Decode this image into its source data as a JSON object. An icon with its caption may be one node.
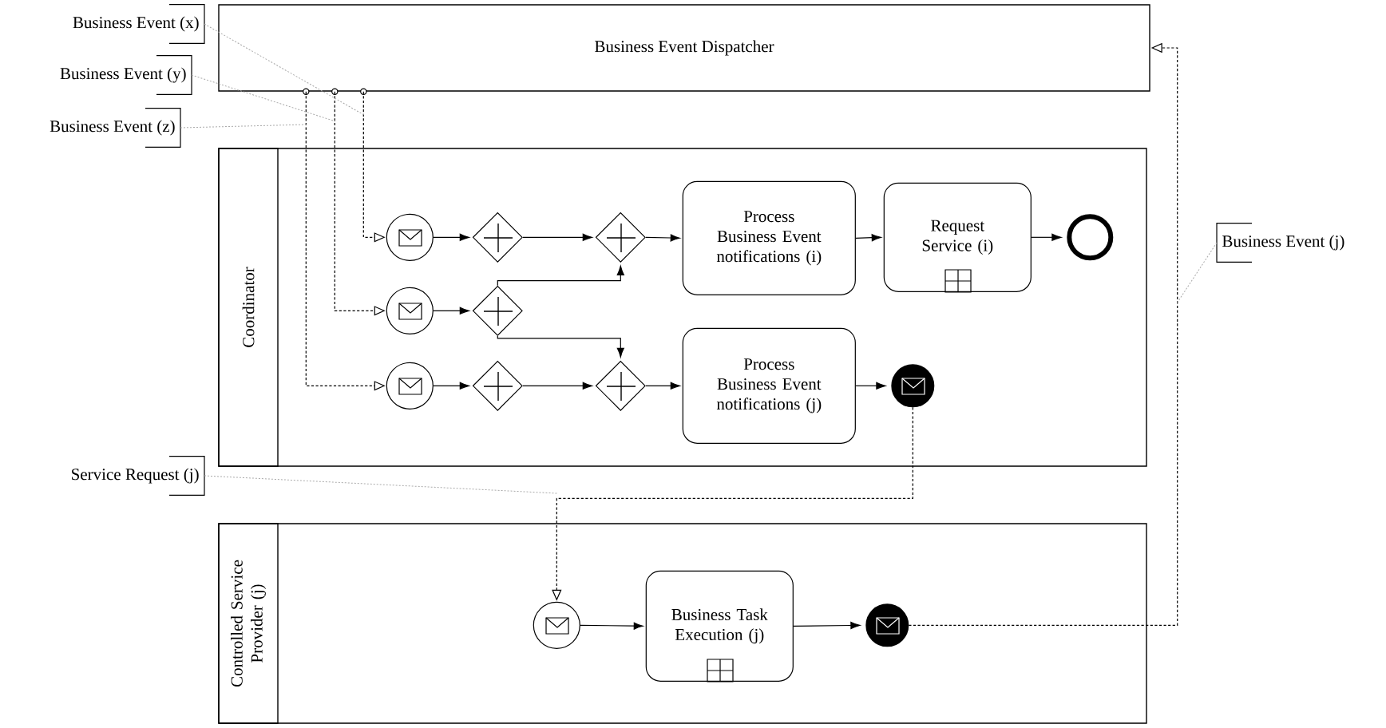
{
  "diagram": {
    "nodes": [
      {
        "text": [
          "Business Event Dispatcher"
        ]
      },
      {
        "text": [
          "Coordinator"
        ]
      },
      {
        "text": [
          "Controlled Service Provider (j)"
        ]
      },
      {
        "text": [
          "Business Event (x)"
        ]
      },
      {
        "text": [
          "Business Event (y)"
        ]
      },
      {
        "text": [
          "Business Event (z)"
        ]
      },
      {
        "text": [
          "Service Request (j)"
        ]
      },
      {
        "text": [
          "Business Event (j)"
        ]
      },
      {
        "text": [],
        "shape": "circle",
        "in": 1
      },
      {
        "text": [],
        "shape": "circle",
        "in": 1
      },
      {
        "text": [],
        "shape": "circle",
        "in": 1
      },
      {
        "text": [],
        "shape": "diamond",
        "in": 1
      },
      {
        "text": [],
        "shape": "diamond",
        "in": 1
      },
      {
        "text": [],
        "shape": "diamond",
        "in": 1
      },
      {
        "text": [],
        "shape": "diamond",
        "in": 1
      },
      {
        "text": [],
        "shape": "diamond",
        "in": 1
      },
      {
        "text": [
          "Process Business Event notifications (i)"
        ],
        "in": 1
      },
      {
        "text": [
          "Request Service (i)"
        ],
        "in": 1
      },
      {
        "text": [],
        "shape": "circle",
        "in": 1
      },
      {
        "text": [
          "Process Business Event notifications (j)"
        ],
        "in": 1
      },
      {
        "text": [],
        "shape": "circle",
        "in": 1
      },
      {
        "text": [],
        "shape": "circle",
        "in": 2
      },
      {
        "text": [
          "Business Task Execution (j)"
        ],
        "in": 2
      },
      {
        "text": [],
        "shape": "circle",
        "in": 2
      }
    ],
    "edges": [
      {
        "from": 0,
        "to": 8,
        "arrow": "to",
        "style": "dashed"
      },
      {
        "from": 0,
        "to": 9,
        "arrow": "to",
        "style": "dashed"
      },
      {
        "from": 0,
        "to": 10,
        "arrow": "to",
        "style": "dashed"
      },
      {
        "from": 8,
        "to": 11,
        "arrow": "to"
      },
      {
        "from": 11,
        "to": 14,
        "arrow": "to"
      },
      {
        "from": 14,
        "to": 16,
        "arrow": "to"
      },
      {
        "from": 16,
        "to": 17,
        "arrow": "to"
      },
      {
        "from": 17,
        "to": 18,
        "arrow": "to"
      },
      {
        "from": 9,
        "to": 12,
        "arrow": "to"
      },
      {
        "from": 12,
        "to": 14,
        "arrow": "to"
      },
      {
        "from": 12,
        "to": 15,
        "arrow": "to"
      },
      {
        "from": 10,
        "to": 13,
        "arrow": "to"
      },
      {
        "from": 13,
        "to": 15,
        "arrow": "to"
      },
      {
        "from": 15,
        "to": 19,
        "arrow": "to"
      },
      {
        "from": 19,
        "to": 20,
        "arrow": "to"
      },
      {
        "from": 20,
        "to": 21,
        "arrow": "to",
        "style": "dashed"
      },
      {
        "from": 21,
        "to": 22,
        "arrow": "to"
      },
      {
        "from": 22,
        "to": 23,
        "arrow": "to"
      },
      {
        "from": 23,
        "to": 0,
        "arrow": "to",
        "style": "dashed"
      },
      {
        "from": 3,
        "to": null,
        "arrow": "none",
        "style": "dashed",
        "color": "#aaaaaa"
      },
      {
        "from": 4,
        "to": null,
        "arrow": "none",
        "style": "dashed",
        "color": "#aaaaaa"
      },
      {
        "from": 5,
        "to": null,
        "arrow": "none",
        "style": "dashed",
        "color": "#aaaaaa"
      },
      {
        "from": 6,
        "to": null,
        "arrow": "none",
        "style": "dashed",
        "color": "#aaaaaa"
      },
      {
        "from": 7,
        "to": null,
        "arrow": "none",
        "style": "dashed",
        "color": "#aaaaaa"
      }
    ]
  }
}
